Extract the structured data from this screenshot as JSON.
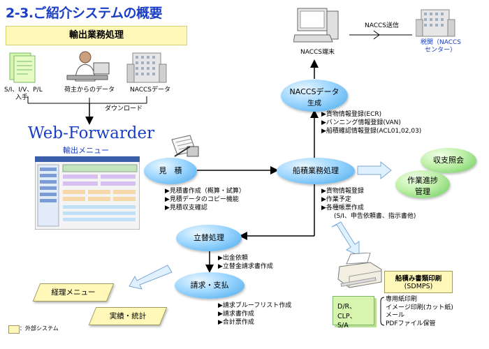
{
  "title": "2-3.ご紹介システムの概要",
  "export_bar": "輸出業務処理",
  "sources": {
    "si_label": "S/I、I/V、P/L",
    "si_label2": "入手",
    "shipper_label": "荷主からのデータ",
    "naccs_data_label": "NACCSデータ",
    "download_label": "ダウンロード"
  },
  "web_forwarder": {
    "title": "Web-Forwarder",
    "subtitle": "輸出メニュー"
  },
  "naccs": {
    "send_label": "NACCS送信",
    "terminal_label": "NACCS端末",
    "customs_label": "税関（NACCS",
    "customs_label2": "センター）"
  },
  "bubbles": {
    "naccs_data_line1": "NACCSデータ",
    "naccs_data_line2": "生成",
    "estimate": "見　積",
    "shipping": "船積業務処理",
    "advance": "立替処理",
    "billing": "請求・支払",
    "balance": "収支照会",
    "progress_line1": "作業進捗",
    "progress_line2": "管理"
  },
  "naccs_list": [
    "貨物情報登録(ECR)",
    "バンニング情報登録(VAN)",
    "船積確認情報登録(ACL01,02,03)"
  ],
  "estimate_list": [
    "見積書作成（概算・試算）",
    "見積データのコピー機能",
    "見積収支確認"
  ],
  "shipping_list": [
    "貨物情報登録",
    "作業予定",
    "各種帳票作成",
    "(S/I、申告依頼書、指示書他)"
  ],
  "advance_list": [
    "出金依頼",
    "立替金請求書作成"
  ],
  "billing_list": [
    "請求ブルーフリスト作成",
    "請求書作成",
    "合計票作成"
  ],
  "print": {
    "box_line1": "船積み書類印刷",
    "box_line2": "(SDMPS)",
    "docs_line1": "D/R、CLP、",
    "docs_line2": "S/A",
    "opts": [
      "専用紙印刷",
      "イメージ印刷(カット紙)",
      "メール",
      "PDFファイル保管"
    ]
  },
  "accounting_menu": "経理メニュー",
  "results_stats": "実績・統計",
  "legend_label": "：外部システム",
  "colors": {
    "title_blue": "#1a3ec4",
    "yellow": "#fff8b8",
    "bubble_blue": "#45a8ea",
    "bubble_green": "#66c95a"
  },
  "icons": [
    "documents-icon",
    "person-at-computer-icon",
    "building-icon",
    "computer-terminal-icon",
    "customs-building-icon",
    "paperwork-icon",
    "printer-icon",
    "screenshot-thumbnail"
  ]
}
